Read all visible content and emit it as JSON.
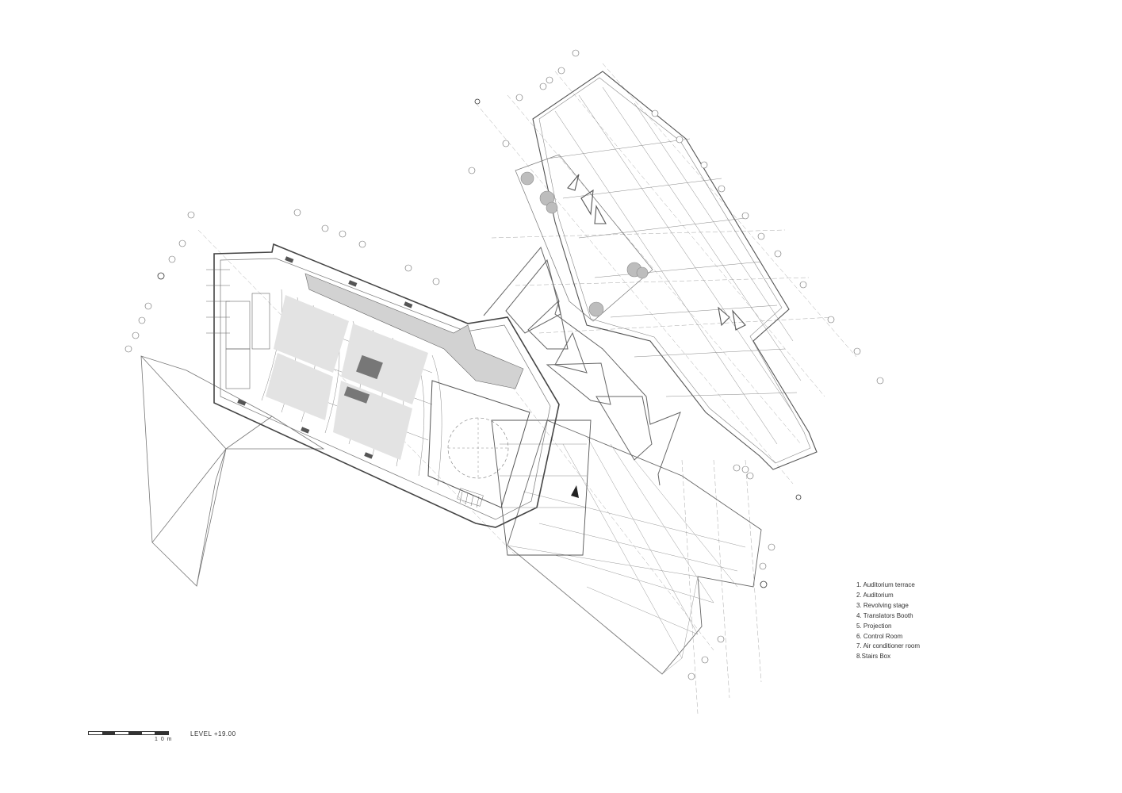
{
  "legend": {
    "items": [
      "1. Auditorium terrace",
      "2. Auditorium",
      "3. Revolving stage",
      "4. Translators Booth",
      "5. Projection",
      "6. Control Room",
      "7. Air conditioner room",
      "8.Stairs Box"
    ]
  },
  "scale_bar": {
    "unit_label": "1 0 m",
    "segments": 6
  },
  "level_label": "LEVEL +19.00",
  "colors": {
    "line": "#555555",
    "light_line": "#9a9a9a",
    "fill_grey": "#d0d0d0",
    "tree": "#b5b5b5"
  },
  "icons": [
    "north-arrow-icon",
    "section-marker-icon",
    "tree-icon"
  ]
}
